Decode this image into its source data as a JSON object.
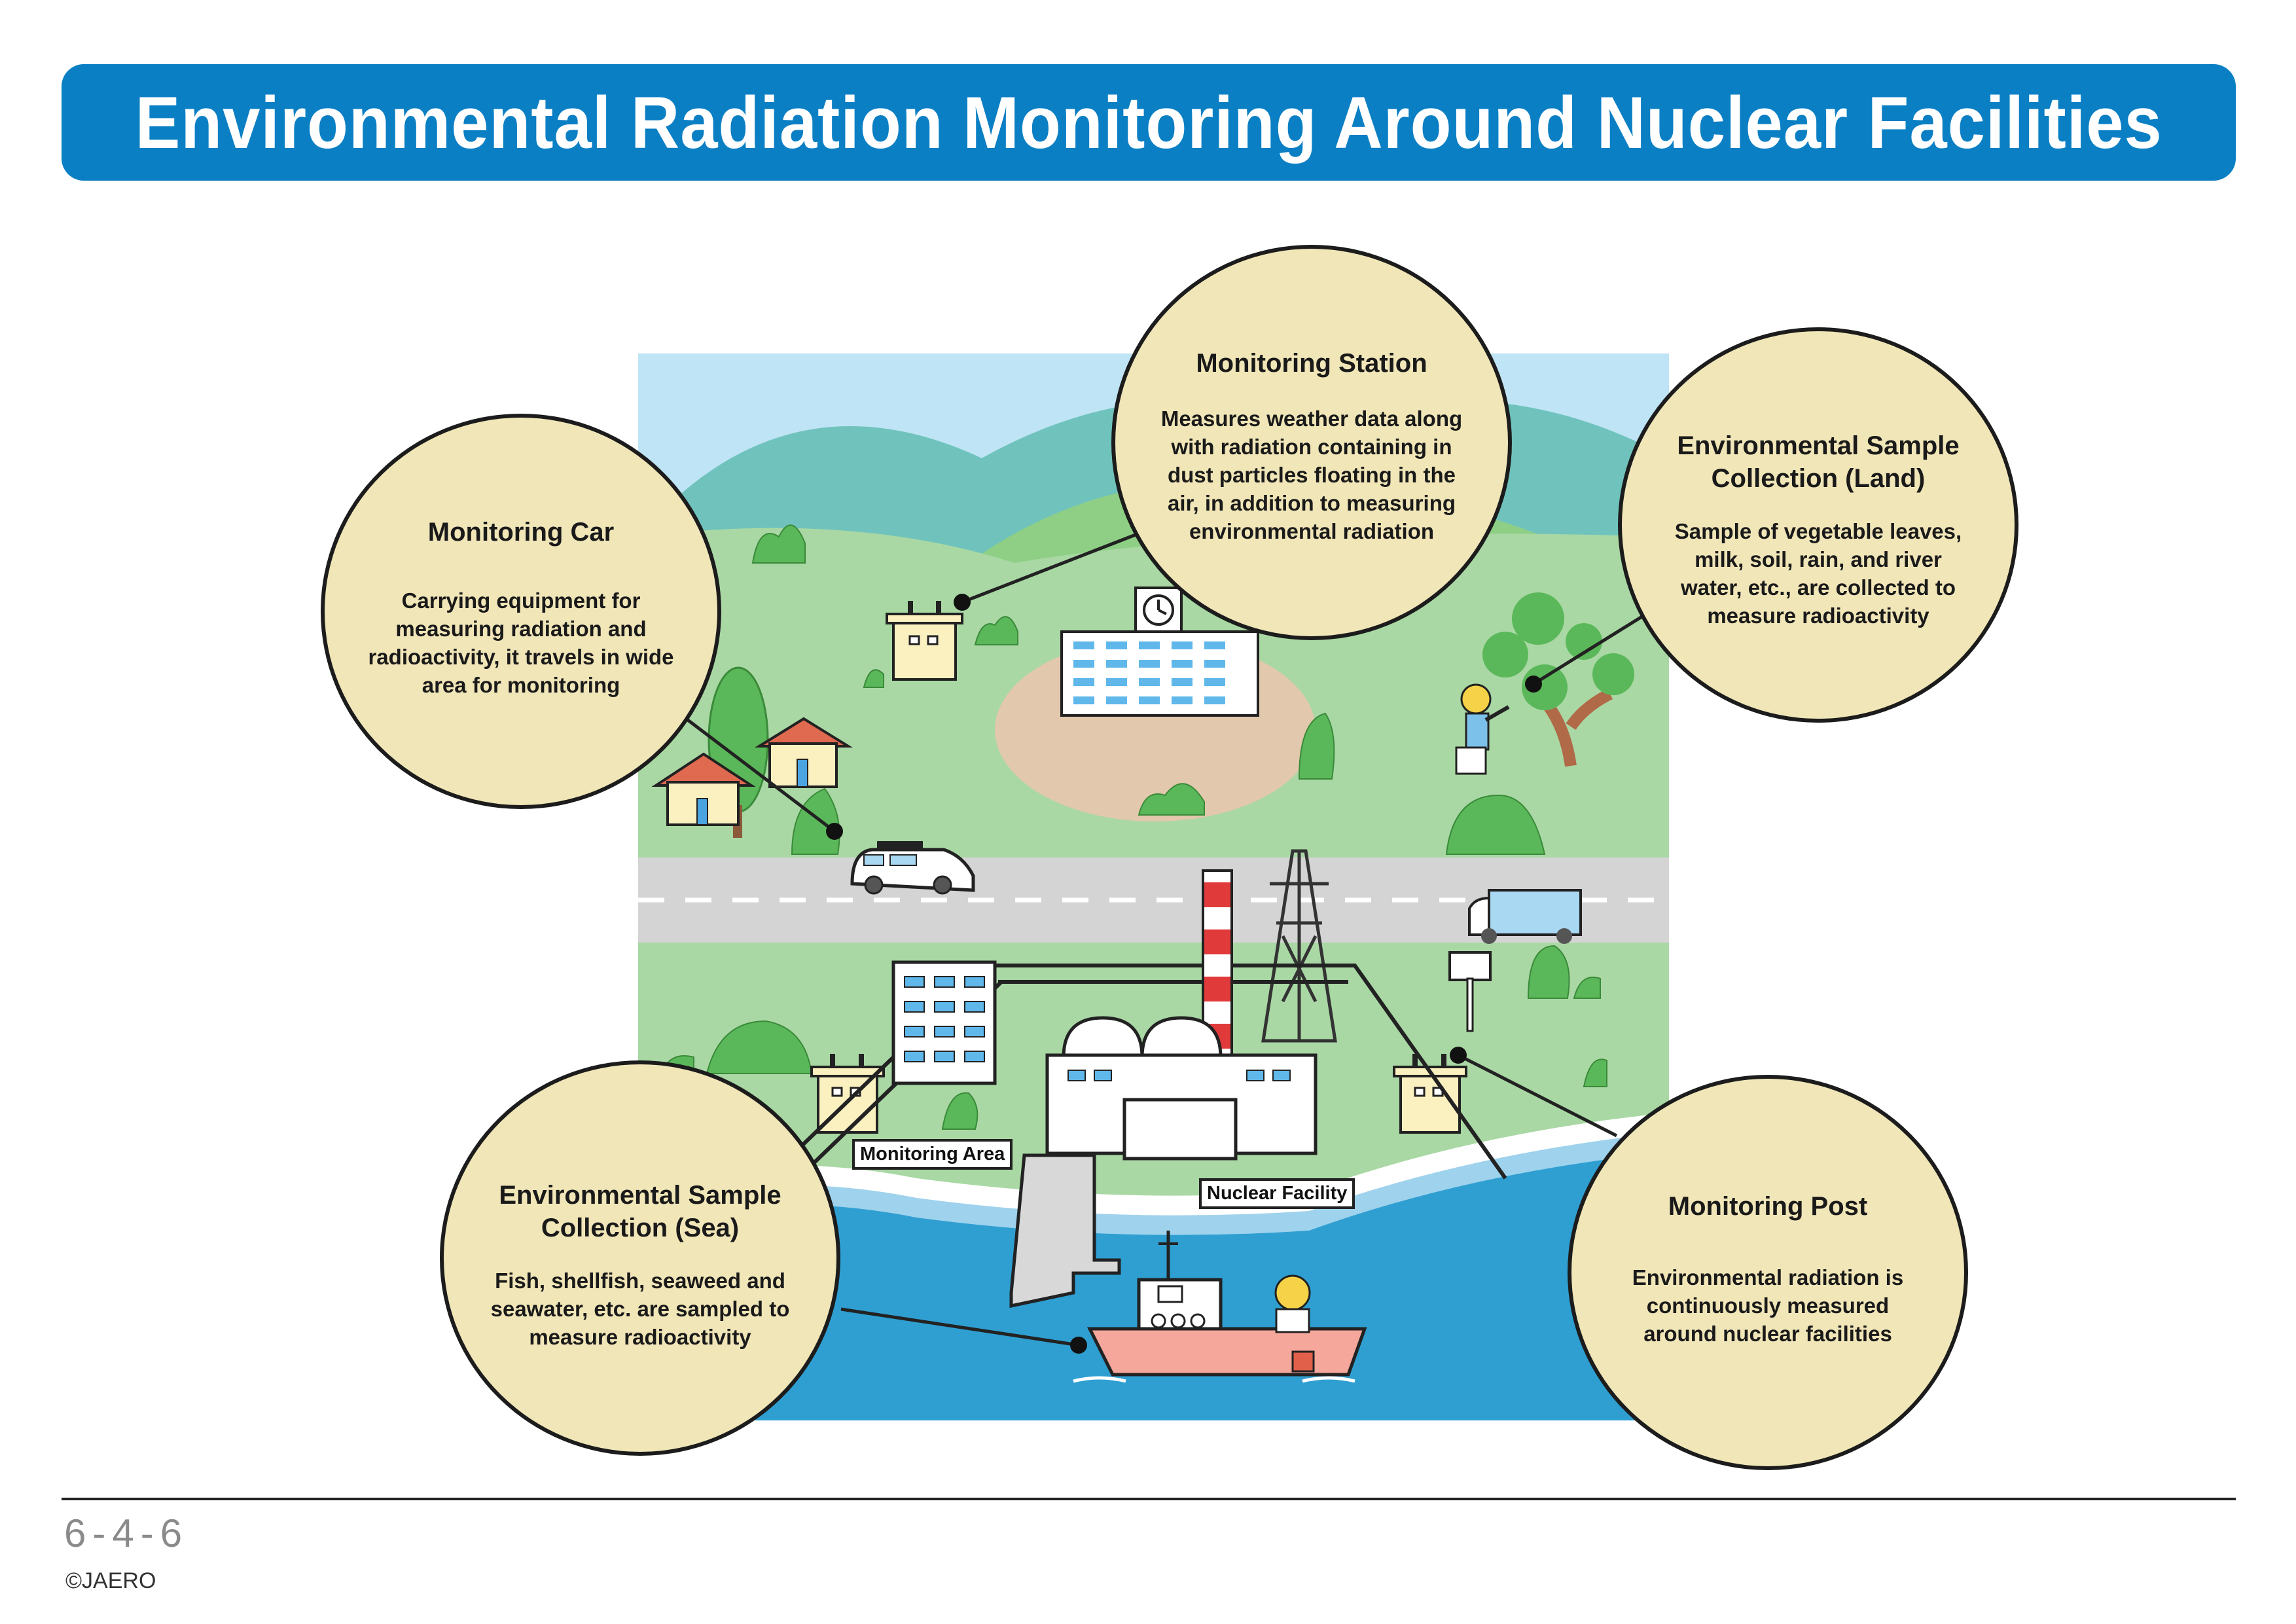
{
  "title": "Environmental Radiation Monitoring Around Nuclear Facilities",
  "bubbles": {
    "station": {
      "title": "Monitoring Station",
      "desc": "Measures weather data along with radiation containing in dust particles floating in the air, in addition to measuring environmental radiation"
    },
    "car": {
      "title": "Monitoring Car",
      "desc": "Carrying equipment for measuring radiation and radioactivity, it travels in wide area for monitoring"
    },
    "land": {
      "title": "Environmental Sample Collection (Land)",
      "desc": "Sample of vegetable leaves, milk, soil, rain, and river water, etc., are collected to measure radioactivity"
    },
    "sea": {
      "title": "Environmental Sample Collection (Sea)",
      "desc": "Fish, shellfish, seaweed and seawater, etc. are sampled to measure radioactivity"
    },
    "post": {
      "title": "Monitoring Post",
      "desc": "Environmental radiation is continuously measured around nuclear facilities"
    }
  },
  "labels": {
    "area": "Monitoring Area",
    "facility": "Nuclear Facility"
  },
  "footer": {
    "page": "6-4-6",
    "copyright": "©JAERO"
  },
  "colors": {
    "title_bar": "#0b7fc4",
    "bubble_fill": "#f1e6b8",
    "sky": "#bfe4f5",
    "grass": "#a9d8a4",
    "sea": "#2f9fd2"
  }
}
